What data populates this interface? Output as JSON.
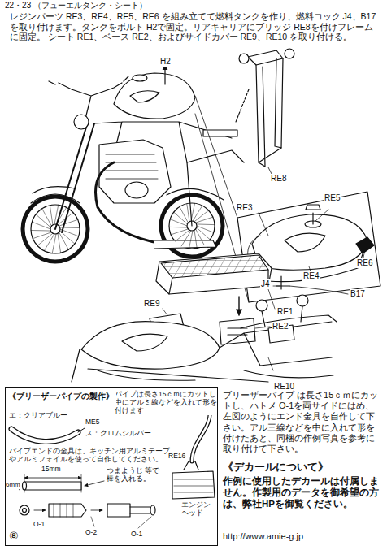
{
  "diagram": {
    "title": "22・23 （フューエルタンク・シート）",
    "nodes": [
      {
        "text": [
          "《ブリーザーパイプの製作》"
        ]
      }
    ],
    "labels": [
      "レジンパーツ RE3、RE4、RE5、RE6 を組み立てて燃料タンクを作り、燃料コック J4、B17 を取り付けます。タンクをボルト H2で固定。リアキャリアにブリッジ RE8を付けフレームに固定。 シート RE1、ベース RE2、およびサイドカバー RE9、RE10 を取り付ける。",
      "H2",
      "RE8",
      "RE3",
      "RE5",
      "RE6",
      "RE4",
      "J4",
      "B17",
      "RE9",
      "RE1",
      "RE2",
      "RE10",
      "パイプは長さ15ｃmにカットし中にアルミ線などを入れて形を付けます",
      "エ：クリアブルー",
      "ME5",
      "ス：クロムシルバー",
      "パイプエンドの金具は、キッチン用アルミテープやアルミフォイルを使って自作してください。",
      "15mm",
      "6mm",
      "つまようじ 等で 棒を入れる。",
      "O-1",
      "O-2",
      "O-1",
      "RE16",
      "エンジン ヘッド",
      "⑧",
      "ブリーザーパイプ は長さ15ｃｍにカットし、ハトメ O-1を両サイドにはめ、左図のようにエンド金具を自作して下さい。アル三線などを中に入れて形を付けたあと、同梱の作例写真を参考に取り付けて下さい。",
      "《デカールについて》",
      "作例に使用したデカールは付属しません。作製用のデータを御希望の方は、弊社HPを御覧ください。",
      "http://www.amie-g.jp"
    ]
  }
}
